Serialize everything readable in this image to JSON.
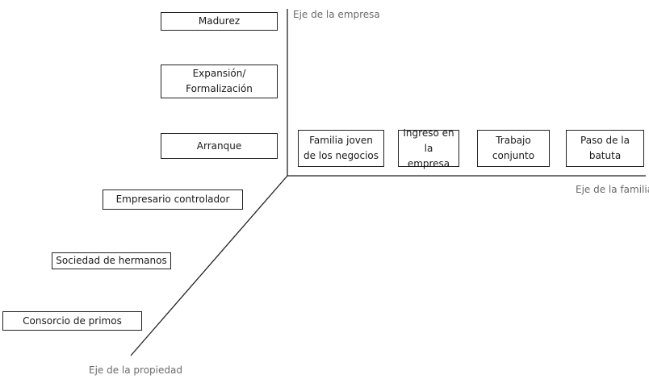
{
  "axes": {
    "empresa": "Eje de la empresa",
    "familia": "Eje de la familia",
    "propiedad": "Eje de la propiedad"
  },
  "empresa_stages": [
    "Madurez",
    "Expansión/\nFormalización",
    "Arranque"
  ],
  "familia_stages": [
    "Familia joven\nde los negocios",
    "Ingreso en la\nempresa",
    "Trabajo\nconjunto",
    "Paso de la\nbatuta"
  ],
  "propiedad_stages": [
    "Empresario controlador",
    "Sociedad de hermanos",
    "Consorcio de primos"
  ]
}
